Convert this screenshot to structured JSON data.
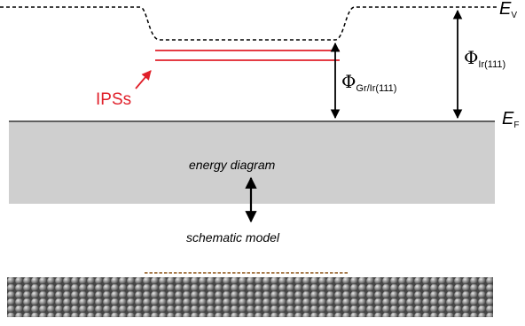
{
  "labels": {
    "vacuum_level_symbol": "E",
    "vacuum_level_subscript": "V",
    "fermi_level_symbol": "E",
    "fermi_level_subscript": "F",
    "ipss": "IPSs",
    "work_function_symbol": "Φ",
    "work_function_gr_subscript": "Gr/Ir(111)",
    "work_function_ir_subscript": "Ir(111)",
    "energy_diagram": "energy diagram",
    "schematic_model": "schematic model"
  },
  "colors": {
    "ipss": "#e0202a",
    "band": "#cfcfcf",
    "graphene": "#9b6a35",
    "substrate_atom": "#6f6f6f"
  }
}
